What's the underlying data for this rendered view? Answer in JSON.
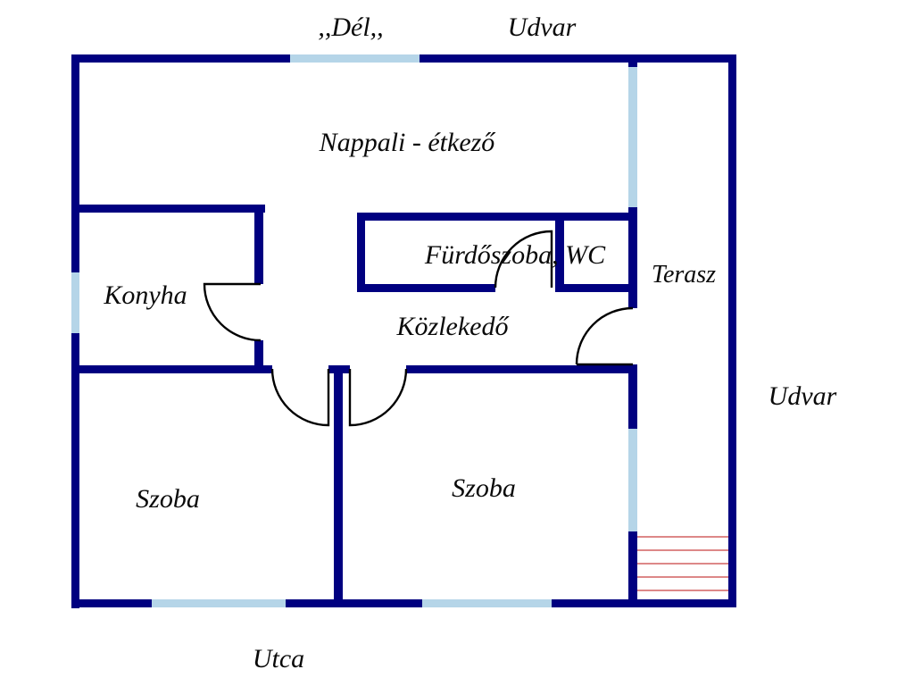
{
  "title": "Apartment floor plan",
  "colors": {
    "wall": "#000080",
    "window": "#b5d5e8",
    "door": "#000000",
    "stairs": "#dd8888",
    "background": "#ffffff",
    "text": "#0a0a0a"
  },
  "labels": {
    "del": ",,Dél,,",
    "udvar_top": "Udvar",
    "nappali": "Nappali - étkező",
    "furdoszoba": "Fürdőszoba, WC",
    "konyha": "Konyha",
    "terasz": "Terasz",
    "kozlekedo": "Közlekedő",
    "udvar_right": "Udvar",
    "szoba_left": "Szoba",
    "szoba_right": "Szoba",
    "utca": "Utca"
  },
  "rooms": [
    "Nappali - étkező",
    "Konyha",
    "Fürdőszoba, WC",
    "Közlekedő",
    "Szoba",
    "Szoba",
    "Terasz"
  ],
  "orientation_marker": ",,Dél,,"
}
